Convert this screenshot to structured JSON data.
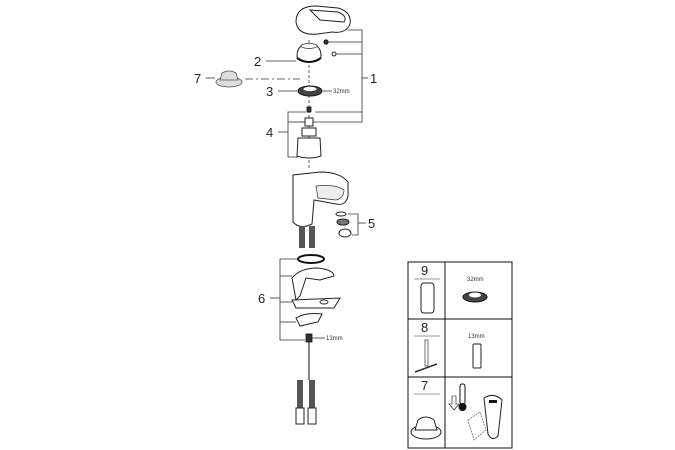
{
  "diagram": {
    "callouts": {
      "part1": "1",
      "part2": "2",
      "part3": "3",
      "part4": "4",
      "part5": "5",
      "part6": "6",
      "part7": "7"
    },
    "dimensions": {
      "nut_size": "32mm",
      "fitting_size": "13mm"
    }
  },
  "tools_table": {
    "rows": [
      {
        "number": "9",
        "size": "32mm"
      },
      {
        "number": "8",
        "size": "13mm"
      },
      {
        "number": "7",
        "size": ""
      }
    ]
  }
}
